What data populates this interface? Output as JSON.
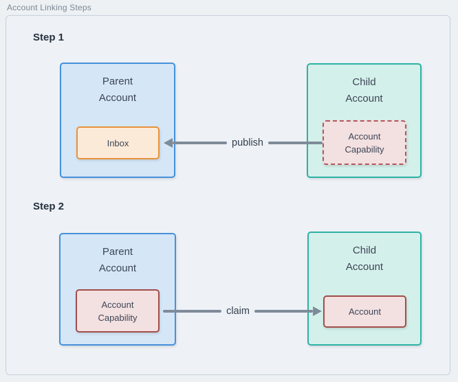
{
  "title": "Account Linking Steps",
  "steps": [
    {
      "heading": "Step 1",
      "parent": {
        "title": "Parent\nAccount",
        "inner": "Inbox"
      },
      "child": {
        "title": "Child\nAccount",
        "inner": "Account\nCapability"
      },
      "arrow": {
        "label": "publish",
        "direction": "left"
      }
    },
    {
      "heading": "Step 2",
      "parent": {
        "title": "Parent\nAccount",
        "inner": "Account\nCapability"
      },
      "child": {
        "title": "Child\nAccount",
        "inner": "Account"
      },
      "arrow": {
        "label": "claim",
        "direction": "right"
      }
    }
  ],
  "colors": {
    "page_bg": "#edf1f4",
    "frame_fill": "#eef1f5",
    "frame_border": "#c8d1d9",
    "muted_text": "#7b8794",
    "heading_text": "#243140",
    "box_text": "#3c4656",
    "label_text": "#333f4e",
    "arrow_color": "#7e8b99",
    "parent_fill": "#d5e6f7",
    "parent_border": "#4591da",
    "child_fill": "#d4f0ea",
    "child_border": "#2cb2a4",
    "orange_fill": "#fcead9",
    "orange_border": "#e8923e",
    "pink_fill": "#f3e0e1",
    "pink_dashed_border": "#b4565a",
    "pink_solid_border": "#a04e4a"
  }
}
